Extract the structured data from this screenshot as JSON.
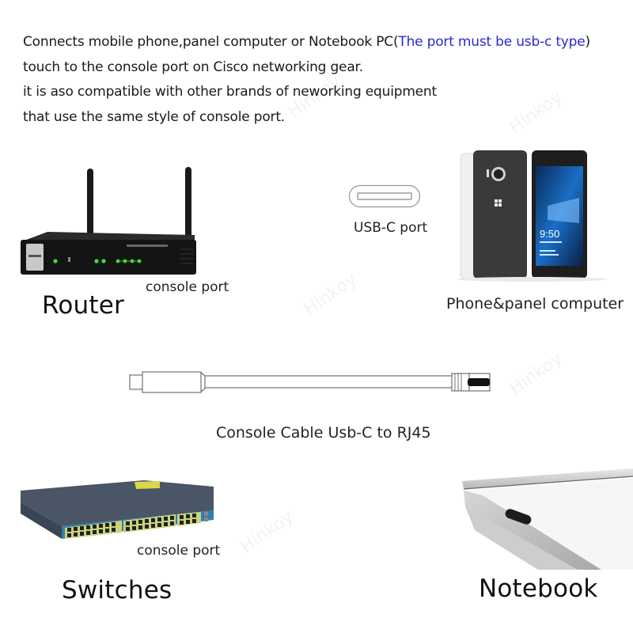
{
  "intro": {
    "line1_before": "Connects mobile phone,panel computer or Notebook PC(",
    "line1_highlight": "The port must be usb-c type",
    "line1_after": ")",
    "line2": "touch to the console port on Cisco networking gear.",
    "line3": "it is aso compatible with other brands of neworking equipment",
    "line4": "that use the same style of console port.",
    "highlight_color": "#2a2ad0"
  },
  "router": {
    "title": "Router",
    "port_label": "console port"
  },
  "usb_c": {
    "label": "USB-C port"
  },
  "phone": {
    "title": "Phone&panel computer",
    "screen_time": "9:50"
  },
  "cable": {
    "caption": "Console Cable Usb-C to RJ45"
  },
  "switch": {
    "title": "Switches",
    "port_label": "console port"
  },
  "notebook": {
    "title": "Notebook"
  },
  "watermark": {
    "text": "Hinkoy"
  }
}
